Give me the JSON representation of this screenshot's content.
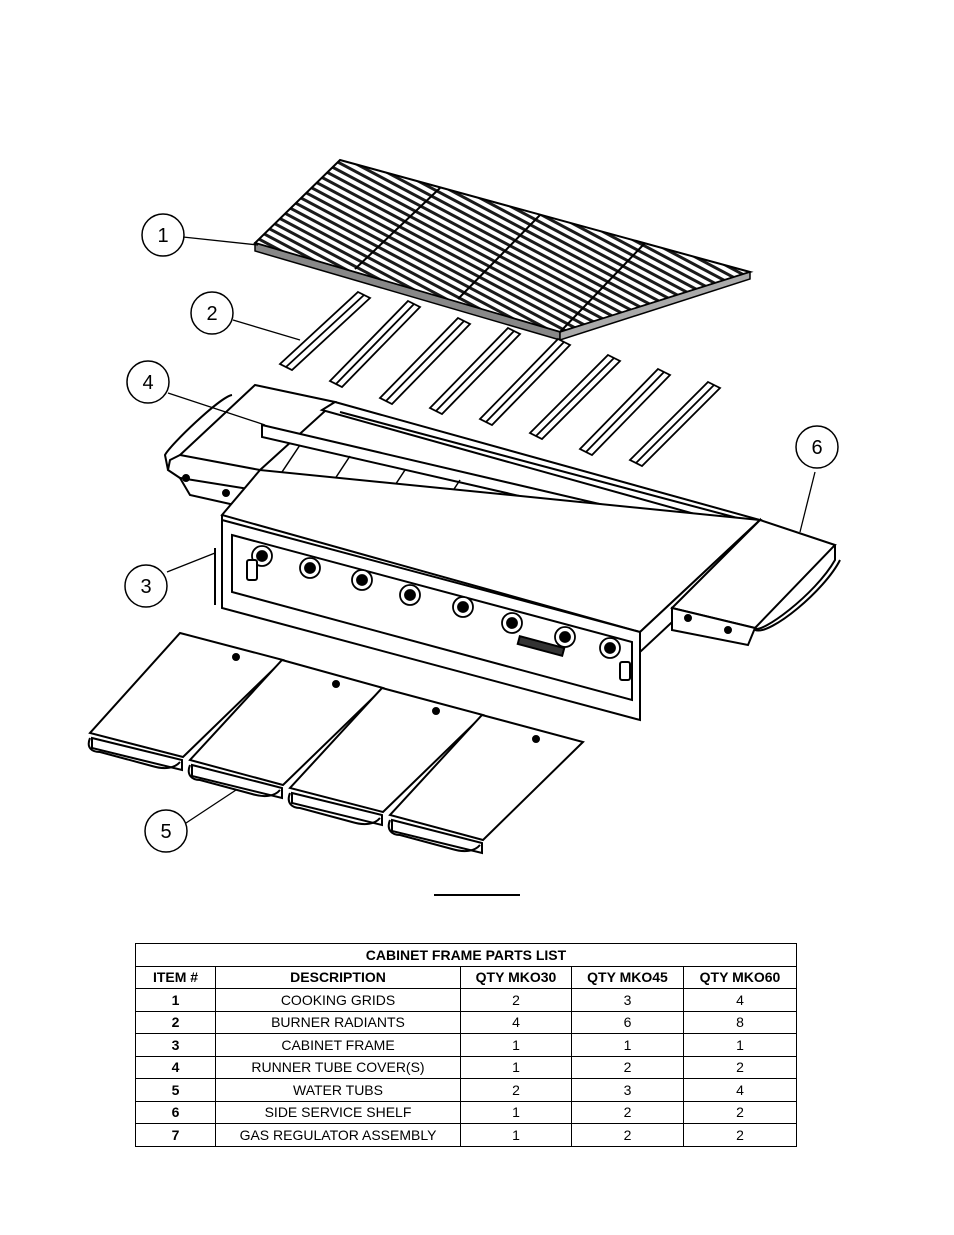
{
  "callouts": [
    "1",
    "2",
    "3",
    "4",
    "5",
    "6"
  ],
  "table": {
    "title": "CABINET FRAME PARTS LIST",
    "headers": [
      "ITEM #",
      "DESCRIPTION",
      "QTY MKO30",
      "QTY MKO45",
      "QTY MKO60"
    ],
    "rows": [
      [
        "1",
        "COOKING GRIDS",
        "2",
        "3",
        "4"
      ],
      [
        "2",
        "BURNER RADIANTS",
        "4",
        "6",
        "8"
      ],
      [
        "3",
        "CABINET FRAME",
        "1",
        "1",
        "1"
      ],
      [
        "4",
        "RUNNER TUBE COVER(S)",
        "1",
        "2",
        "2"
      ],
      [
        "5",
        "WATER TUBS",
        "2",
        "3",
        "4"
      ],
      [
        "6",
        "SIDE SERVICE SHELF",
        "1",
        "2",
        "2"
      ],
      [
        "7",
        "GAS REGULATOR ASSEMBLY",
        "1",
        "2",
        "2"
      ]
    ]
  }
}
